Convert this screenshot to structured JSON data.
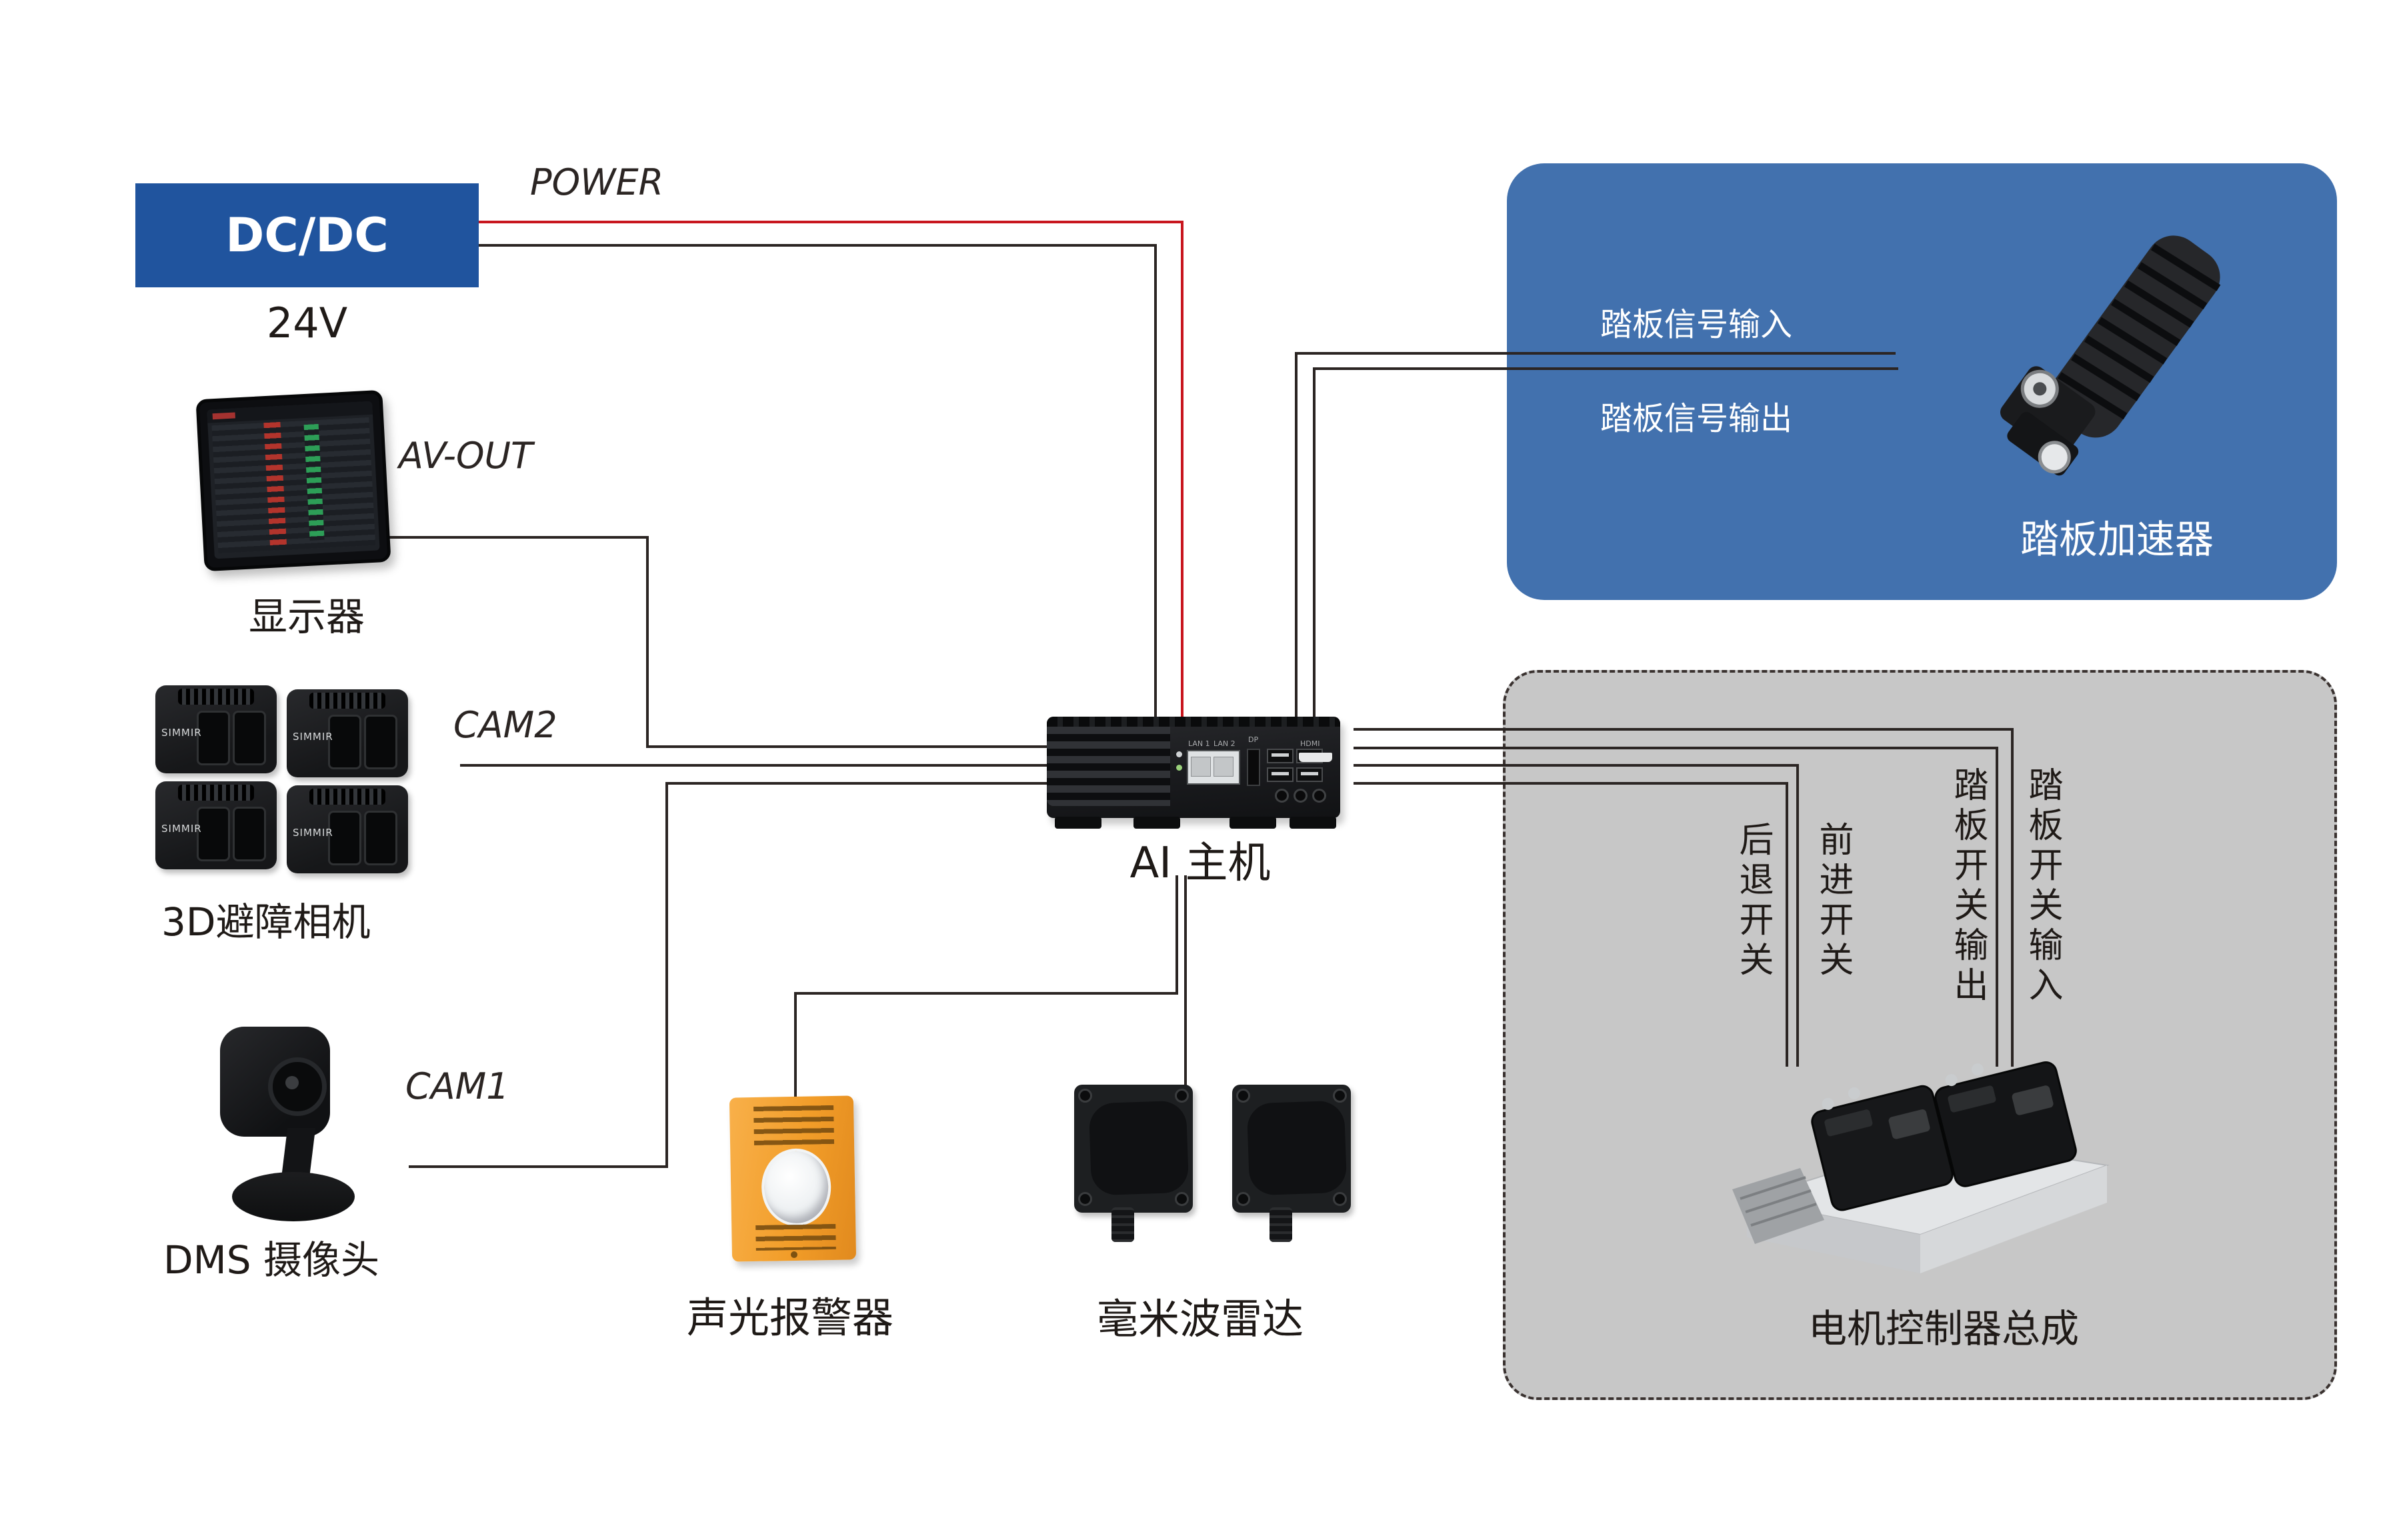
{
  "diagram": {
    "power": {
      "box_label": "DC/DC",
      "voltage_label": "24V",
      "line_label": "POWER"
    },
    "display": {
      "label": "显示器",
      "port_label": "AV-OUT"
    },
    "obstacle_cameras": {
      "label": "3D避障相机",
      "port_label": "CAM2",
      "brand": "SIMMIR"
    },
    "dms_camera": {
      "label": "DMS 摄像头",
      "port_label": "CAM1"
    },
    "ai_host": {
      "label": "AI 主机",
      "ports": {
        "lan1": "LAN 1",
        "lan2": "LAN 2",
        "dp": "DP",
        "hdmi": "HDMI"
      }
    },
    "alarm": {
      "label": "声光报警器"
    },
    "radar": {
      "label": "毫米波雷达"
    },
    "pedal_box": {
      "signal_in": "踏板信号输入",
      "signal_out": "踏板信号输出",
      "label": "踏板加速器"
    },
    "motor_box": {
      "label": "电机控制器总成",
      "switch_labels": [
        "后退开关",
        "前进开关",
        "踏板开关输出",
        "踏板开关输入"
      ]
    },
    "colors": {
      "power_line_red": "#C8161E",
      "line_dark": "#2B2523",
      "dcdc_blue": "#20549E",
      "panel_blue": "#4271AE",
      "panel_gray": "#C7C7C7",
      "alarm_orange": "#F29D29"
    }
  }
}
